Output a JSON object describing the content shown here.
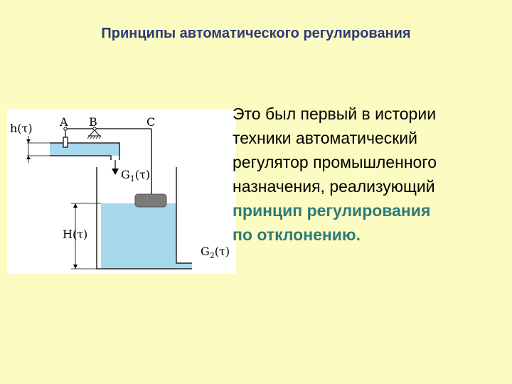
{
  "slide": {
    "title": "Принципы автоматического регулирования"
  },
  "diagram": {
    "labels": {
      "h": "h(τ)",
      "a": "A",
      "b": "B",
      "c": "C",
      "g1": "G",
      "g1_sub": "1",
      "g1_arg": "(τ)",
      "big_h": "H(τ)",
      "g2": "G",
      "g2_sub": "2",
      "g2_arg": "(τ)"
    },
    "colors": {
      "water": "#a8d8ec",
      "float": "#7a7a7a",
      "lines": "#000000"
    }
  },
  "text": {
    "lines": [
      "Это был первый в истории",
      "техники автоматический",
      "регулятор промышленного",
      "назначения, реализующий"
    ],
    "accent_lines": [
      "принцип регулирования",
      "по отклонению."
    ]
  }
}
